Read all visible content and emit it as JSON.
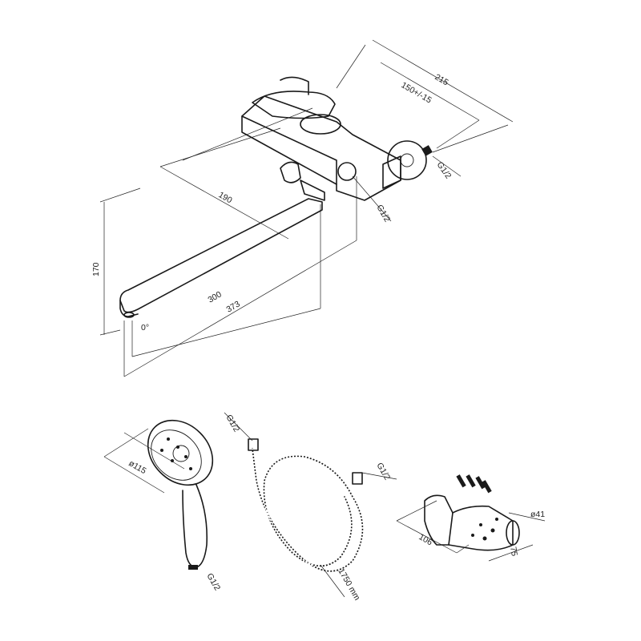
{
  "faucet": {
    "dimensions": {
      "overall_width": "215",
      "centers": "150+/-15",
      "spout_reach": "190",
      "height": "170",
      "spout_length_inner": "300",
      "spout_length_outer": "373",
      "angle": "0°",
      "inlet_thread": "G1/2",
      "outlet_thread": "G1/2"
    }
  },
  "hand_shower": {
    "diameter": "ø115",
    "thread": "G1/2"
  },
  "hose": {
    "thread_top": "G1/2",
    "thread_end": "G1/2",
    "length": "1750 mm"
  },
  "holder": {
    "width": "106",
    "depth": "75",
    "diameter": "ø41"
  }
}
